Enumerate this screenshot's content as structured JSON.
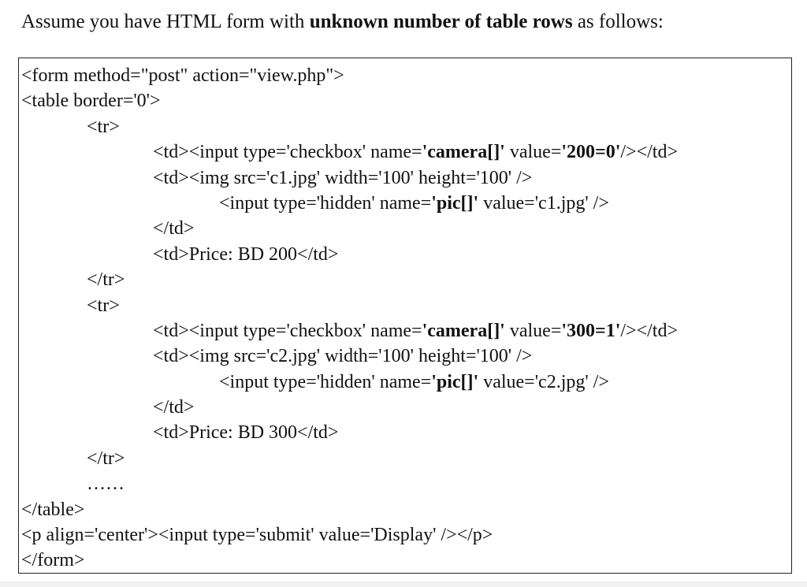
{
  "intro": {
    "pre": "Assume you have HTML form with ",
    "bold": "unknown number of table rows",
    "post": " as follows:"
  },
  "code": {
    "form_open": "<form method=\"post\" action=\"view.php\">",
    "table_open": "<table border='0'>",
    "tr_open_1": "<tr>",
    "r1_checkbox": {
      "pre": "<td><input type='checkbox' name=",
      "name": "'camera[]'",
      "mid": " value=",
      "value": "'200=0'",
      "post": "/></td>"
    },
    "r1_img": "<td><img src='c1.jpg' width='100' height='100' />",
    "r1_hidden": {
      "pre": "<input type='hidden' name=",
      "name": "'pic[]'",
      "post": " value='c1.jpg' />"
    },
    "r1_td_close": "</td>",
    "r1_price": "<td>Price: BD 200</td>",
    "tr_close_1": "</tr>",
    "tr_open_2": "<tr>",
    "r2_checkbox": {
      "pre": "<td><input type='checkbox' name=",
      "name": "'camera[]'",
      "mid": " value=",
      "value": "'300=1'",
      "post": "/></td>"
    },
    "r2_img": "<td><img src='c2.jpg' width='100' height='100' />",
    "r2_hidden": {
      "pre": "<input type='hidden' name=",
      "name": "'pic[]'",
      "post": " value='c2.jpg' />"
    },
    "r2_td_close": "</td>",
    "r2_price": "<td>Price: BD 300</td>",
    "tr_close_2": "</tr>",
    "ellipsis": "……",
    "table_close": "</table>",
    "submit_line": "<p align='center'><input type='submit' value='Display' /></p>",
    "form_close": "</form>"
  }
}
